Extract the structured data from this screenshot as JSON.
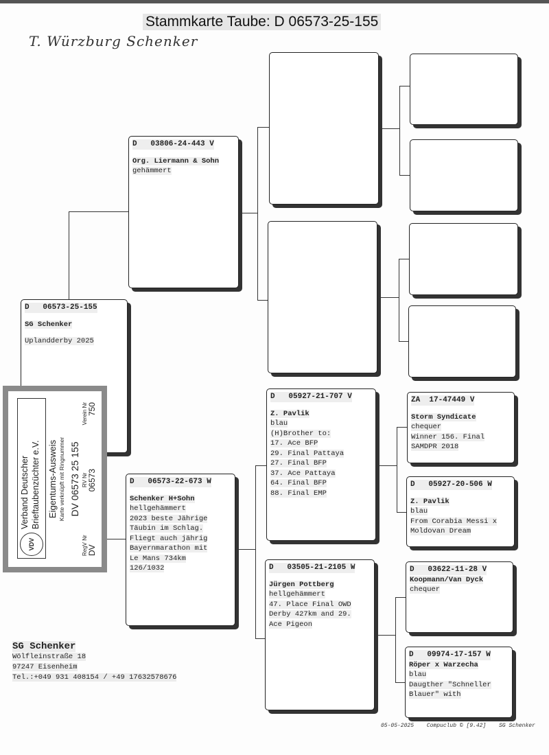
{
  "title": "Stammkarte Taube: D   06573-25-155",
  "handwritten_note": "T. Würzburg  Schenker",
  "subject": {
    "ring": "D   06573-25-155",
    "lines": [
      "SG Schenker",
      "Uplandderby 2025"
    ]
  },
  "sire": {
    "ring": "D   03806-24-443 V",
    "lines": [
      "Org. Liermann & Sohn",
      "gehämmert"
    ]
  },
  "dam": {
    "ring": "D   06573-22-673 W",
    "lines": [
      "Schenker H+Sohn",
      "hellgehämmert",
      "2023 beste Jährige",
      "Täubin im Schlag.",
      "Fliegt auch jährig",
      "Bayernmarathon mit",
      "Le Mans 734km",
      "126/1032"
    ]
  },
  "dam_sire": {
    "ring": "D   05927-21-707 V",
    "lines": [
      "Z. Pavlik",
      "blau",
      "(H)Brother to:",
      "17. Ace BFP",
      "29. Final Pattaya",
      "27. Final BFP",
      "37. Ace Pattaya",
      "64. Final BFP",
      "88. Final EMP"
    ]
  },
  "dam_dam": {
    "ring": "D   03505-21-2105 W",
    "lines": [
      "Jürgen Pottberg",
      "hellgehämmert",
      "47. Place Final OWD",
      "Derby 427km and 29.",
      "Ace Pigeon"
    ]
  },
  "dam_sire_sire": {
    "ring": "ZA  17-47449 V",
    "lines": [
      "Storm Syndicate",
      "chequer",
      "Winner 156. Final",
      "SAMDPR 2018"
    ]
  },
  "dam_sire_dam": {
    "ring": "D   05927-20-506 W",
    "lines": [
      "Z. Pavlik",
      "blau",
      "From Corabia Messi x",
      "Moldovan Dream"
    ]
  },
  "dam_dam_sire": {
    "ring": "D   03622-11-28 V",
    "lines": [
      "Koopmann/Van Dyck",
      "",
      "chequer"
    ]
  },
  "dam_dam_dam": {
    "ring": "D   09974-17-157 W",
    "lines": [
      "Röper x Warzecha",
      "",
      "blau",
      "Daugther \"Schneller",
      "Blauer\" with"
    ]
  },
  "ownership_card": {
    "org_line1": "Verband Deutscher",
    "org_line2": "Brieftaubenzüchter e.V.",
    "logo_text": "VDV",
    "heading": "Eigentums-Ausweis",
    "subheading": "Karte verknüpft mit Ringnummer",
    "ring": "DV 06573 25 155",
    "col_labels": [
      "RegV Nr",
      "RV Nr",
      "Verein Nr"
    ],
    "col_values": [
      "DV",
      "06573",
      "750"
    ]
  },
  "owner": {
    "name": "SG Schenker",
    "street": "Wölfleinstraße 18",
    "city": "97247  Eisenheim",
    "phone": "Tel.:+049 931 408154 / +49 17632578676"
  },
  "footer": {
    "date": "05-05-2025",
    "software": "Compuclub © [9.42]",
    "owner": "SG Schenker"
  }
}
